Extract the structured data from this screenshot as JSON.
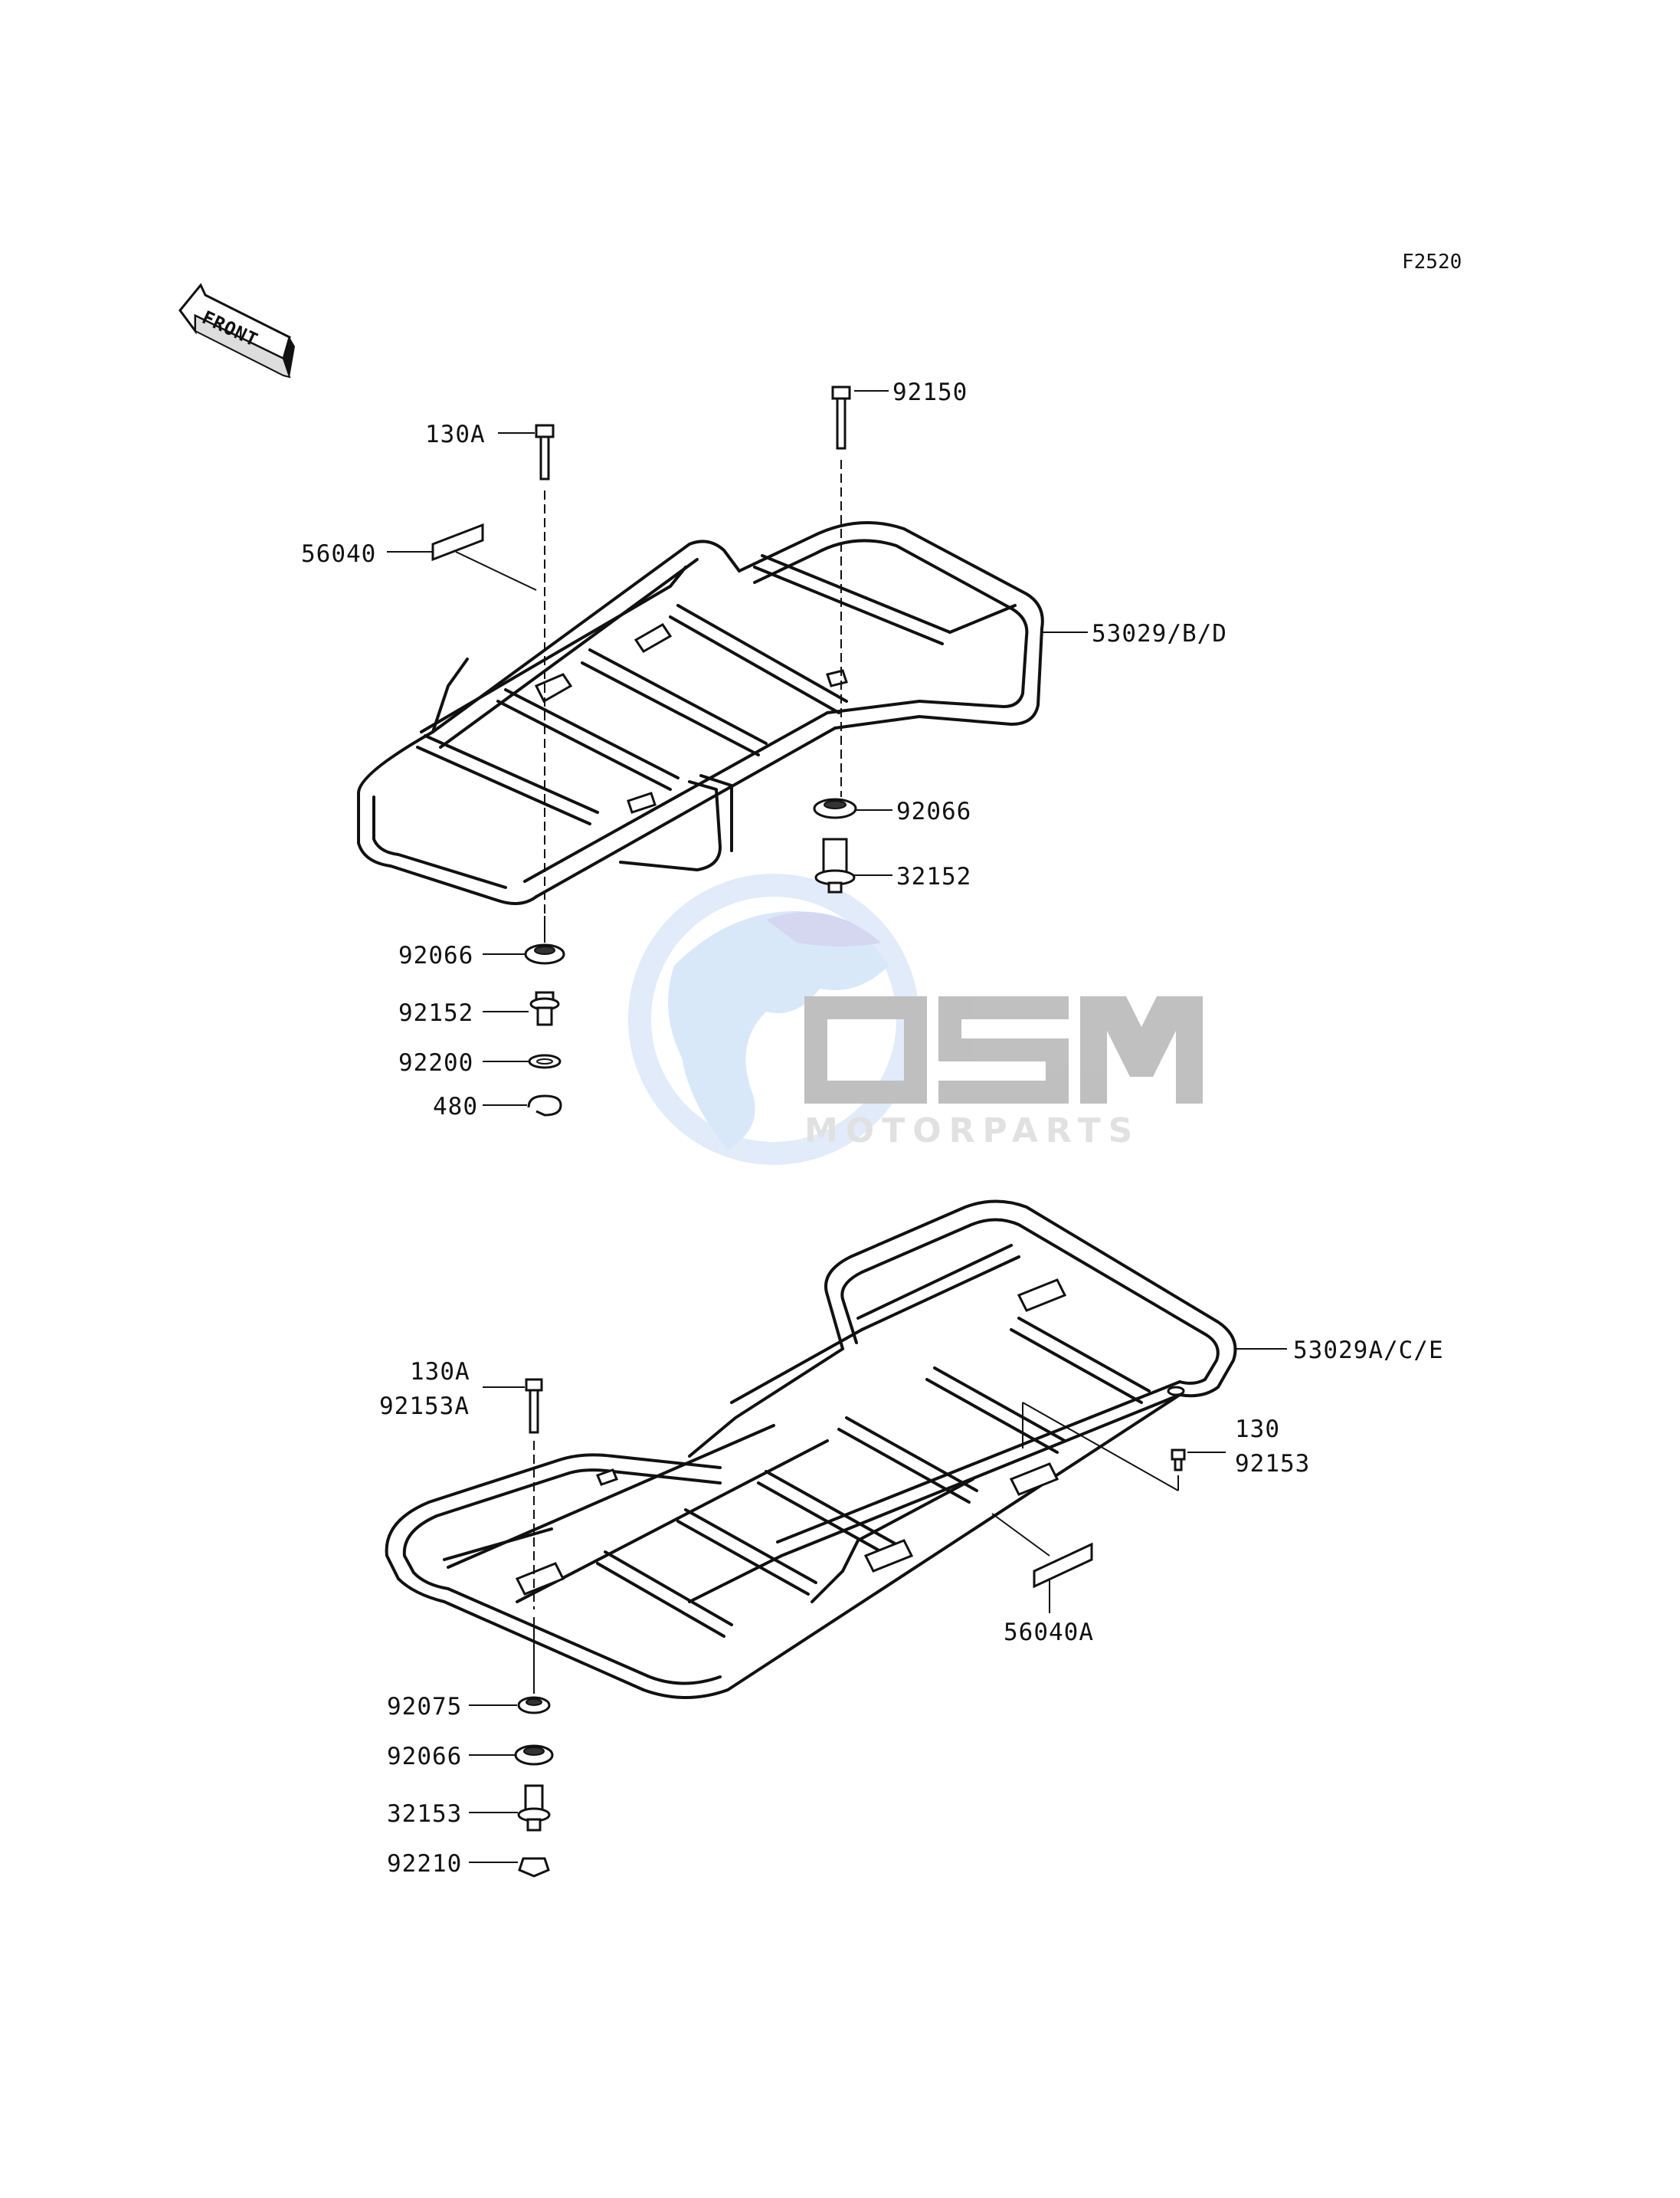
{
  "diagram": {
    "ref_code": "F2520",
    "front_label": "FRONT",
    "parts": {
      "p92150": "92150",
      "p130A_top": "130A",
      "p56040": "56040",
      "p53029BD": "53029/B/D",
      "p92066_a": "92066",
      "p32152": "32152",
      "p92066_b": "92066",
      "p92152": "92152",
      "p92200": "92200",
      "p480": "480",
      "p53029ACE": "53029A/C/E",
      "p130A_bottom": "130A",
      "p92153A": "92153A",
      "p130": "130",
      "p92153": "92153",
      "p56040A": "56040A",
      "p92075": "92075",
      "p92066_c": "92066",
      "p32153": "32153",
      "p92210": "92210"
    }
  },
  "watermark": {
    "brand": "OSM",
    "sub": "MOTORPARTS"
  }
}
